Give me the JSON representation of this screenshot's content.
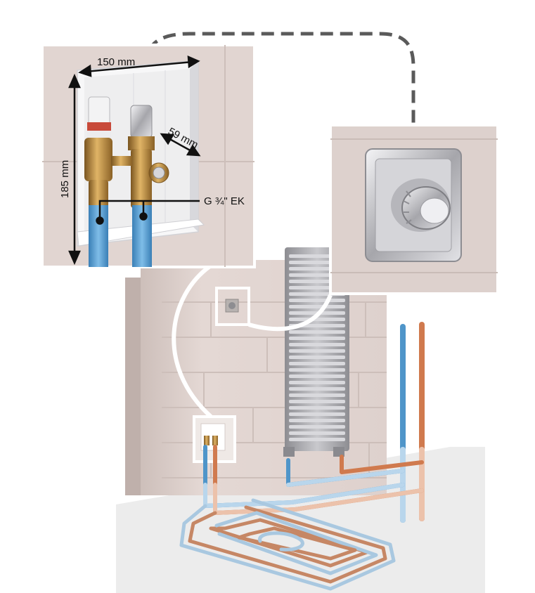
{
  "labels": {
    "width_dim": "150 mm",
    "depth_dim": "59 mm",
    "height_dim": "185 mm",
    "thread_spec": "G ¾\" EK"
  },
  "colors": {
    "wall": "#e2d6d2",
    "wall_shadow": "#cbbcb7",
    "floor": "#ececec",
    "supply_pipe": "#4f95c9",
    "return_pipe": "#d07a4e",
    "brass": "#b88a3c",
    "chrome": "#c8c8cc",
    "radiator": "#a9a9ad",
    "callout_line": "#ffffff",
    "leader_dash": "#555555"
  },
  "icons": {
    "detail_box": "flush-box-detail",
    "thermostat": "thermostat-head"
  }
}
